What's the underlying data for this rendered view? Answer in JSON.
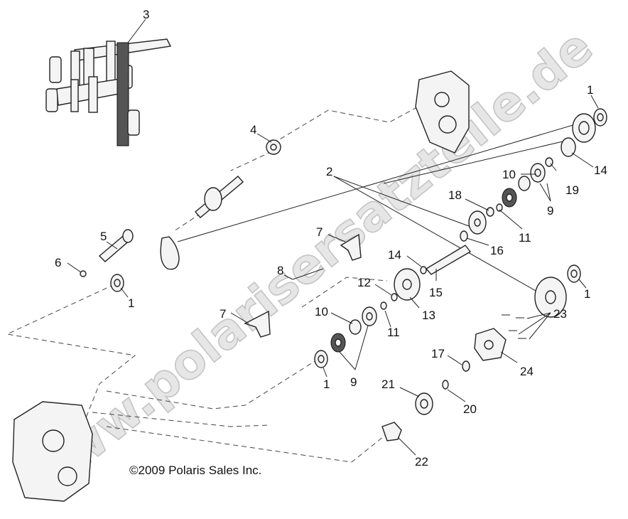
{
  "watermark": "www.polarisersatzteile.de",
  "copyright": "©2009 Polaris Sales Inc.",
  "callouts": [
    {
      "id": "c3a",
      "text": "3"
    },
    {
      "id": "c1a",
      "text": "1"
    },
    {
      "id": "c4",
      "text": "4"
    },
    {
      "id": "c2",
      "text": "2"
    },
    {
      "id": "c10a",
      "text": "10"
    },
    {
      "id": "c18",
      "text": "18"
    },
    {
      "id": "c19",
      "text": "19"
    },
    {
      "id": "c14a",
      "text": "14"
    },
    {
      "id": "c9a",
      "text": "9"
    },
    {
      "id": "c11a",
      "text": "11"
    },
    {
      "id": "c16",
      "text": "16"
    },
    {
      "id": "c7a",
      "text": "7"
    },
    {
      "id": "c5",
      "text": "5"
    },
    {
      "id": "c6",
      "text": "6"
    },
    {
      "id": "c1b",
      "text": "1"
    },
    {
      "id": "c8",
      "text": "8"
    },
    {
      "id": "c14b",
      "text": "14"
    },
    {
      "id": "c15",
      "text": "15"
    },
    {
      "id": "c12",
      "text": "12"
    },
    {
      "id": "c13",
      "text": "13"
    },
    {
      "id": "c11b",
      "text": "11"
    },
    {
      "id": "c10b",
      "text": "10"
    },
    {
      "id": "c7b",
      "text": "7"
    },
    {
      "id": "c1c",
      "text": "1"
    },
    {
      "id": "c23",
      "text": "23"
    },
    {
      "id": "c9b",
      "text": "9"
    },
    {
      "id": "c17",
      "text": "17"
    },
    {
      "id": "c24",
      "text": "24"
    },
    {
      "id": "c1d",
      "text": "1"
    },
    {
      "id": "c21",
      "text": "21"
    },
    {
      "id": "c20",
      "text": "20"
    },
    {
      "id": "c22",
      "text": "22"
    }
  ]
}
